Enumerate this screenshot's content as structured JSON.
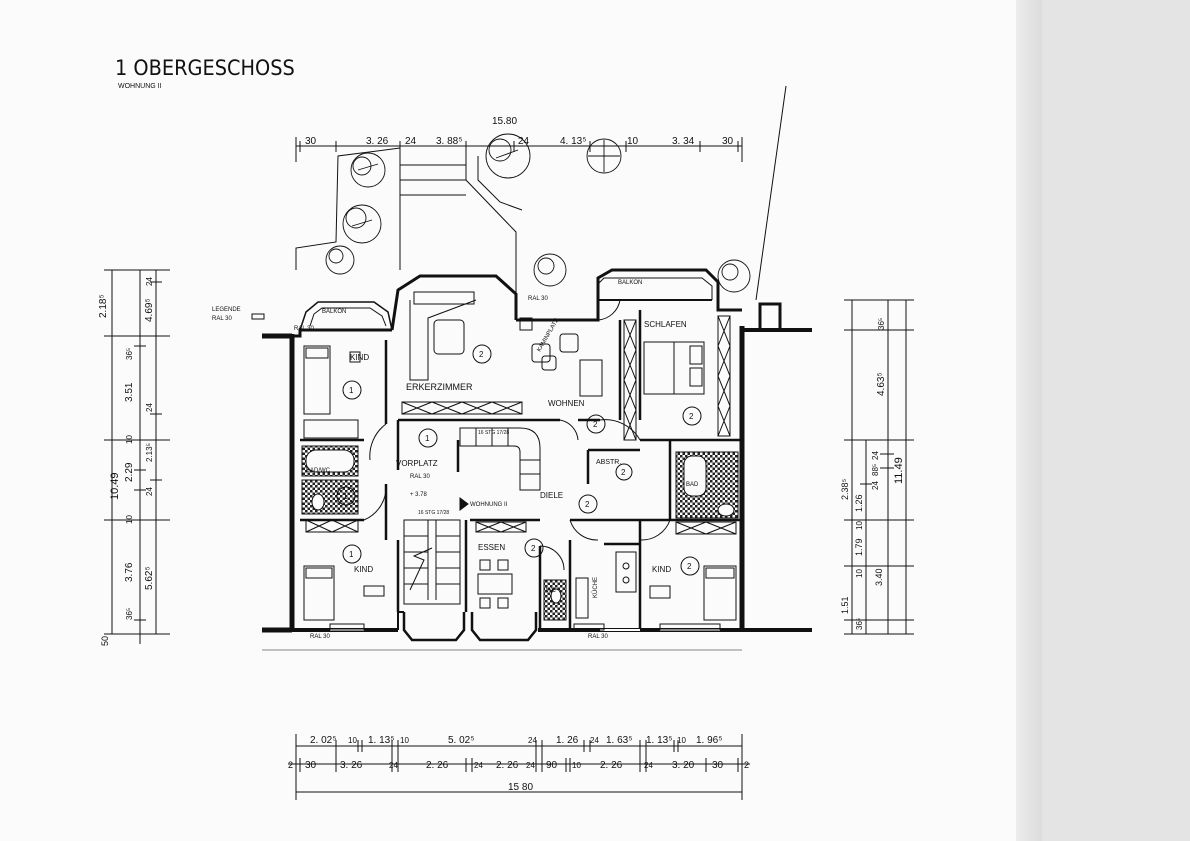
{
  "title": "1 OBERGESCHOSS",
  "subtitle": "WOHNUNG II",
  "legend": {
    "label": "LEGENDE",
    "value": "RAL 30"
  },
  "rooms": {
    "kind_nw": "KIND",
    "erker": "ERKERZIMMER",
    "wohnen": "WOHNEN",
    "schlafen": "SCHLAFEN",
    "vorplatz": "VORPLATZ",
    "bad_west": "BAD/WC",
    "diele": "DIELE",
    "abstr": "ABSTR.",
    "bad_east": "BAD",
    "essen": "ESSEN",
    "kind_sw": "KIND",
    "kind_se": "KIND",
    "kueche": "KÜCHE",
    "wc": "WC",
    "kaminplatz": "KAMINPLATZ",
    "balkon_w": "BALKON",
    "balkon_e": "BALKON"
  },
  "annotations": {
    "ral_1": "RAL 30",
    "ral_2": "RAL 30",
    "ral_3": "RAL 30",
    "ral_4": "RAL 30",
    "ral_5": "RAL 30",
    "ral_6": "RAL 30",
    "level": "+ 3.78",
    "wohnung": "WOHNUNG II",
    "stairs_up": "16 STG 17/28",
    "stairs_dn": "16 STG 17/28"
  },
  "room_markers": [
    "1",
    "2",
    "2",
    "2",
    "1",
    "1",
    "2",
    "2",
    "1",
    "2",
    "2"
  ],
  "dims_top": {
    "total": "15.80",
    "items": [
      "30",
      "3. 26",
      "24",
      "3. 88⁵",
      "24",
      "4. 13⁵",
      "10",
      "3. 34",
      "30"
    ]
  },
  "dims_bottom_row1": [
    "2. 02⁵",
    "10",
    "1. 13⁵",
    "10",
    "5. 02⁵",
    "24",
    "1. 26",
    "24",
    "1. 63⁵",
    "1. 13⁵",
    "10",
    "1. 96⁵"
  ],
  "dims_bottom_row2": [
    "2",
    "30",
    "3. 26",
    "24",
    "2. 26",
    "24",
    "2. 26",
    "24",
    "90",
    "10",
    "2. 26",
    "24",
    "3. 20",
    "30",
    "2"
  ],
  "dims_bottom_total": "15 80",
  "dims_left_outer": [
    "2.18⁵",
    "3.51",
    "10",
    "2.29",
    "10",
    "3.76",
    "36⁵",
    "50"
  ],
  "dims_left_inner": [
    "24",
    "4.69⁵",
    "36⁵",
    "24",
    "2.13⁵",
    "24",
    "5.62⁵"
  ],
  "dims_left_total": "10.49",
  "dims_right_outer": [
    "36⁵",
    "4.63⁵",
    "2.38⁵",
    "1.26",
    "1.79",
    "3.40",
    "1.51",
    "36⁵"
  ],
  "dims_right_inner": [
    "24",
    "88⁵",
    "24",
    "10",
    "10"
  ],
  "dims_right_total": "11.49"
}
